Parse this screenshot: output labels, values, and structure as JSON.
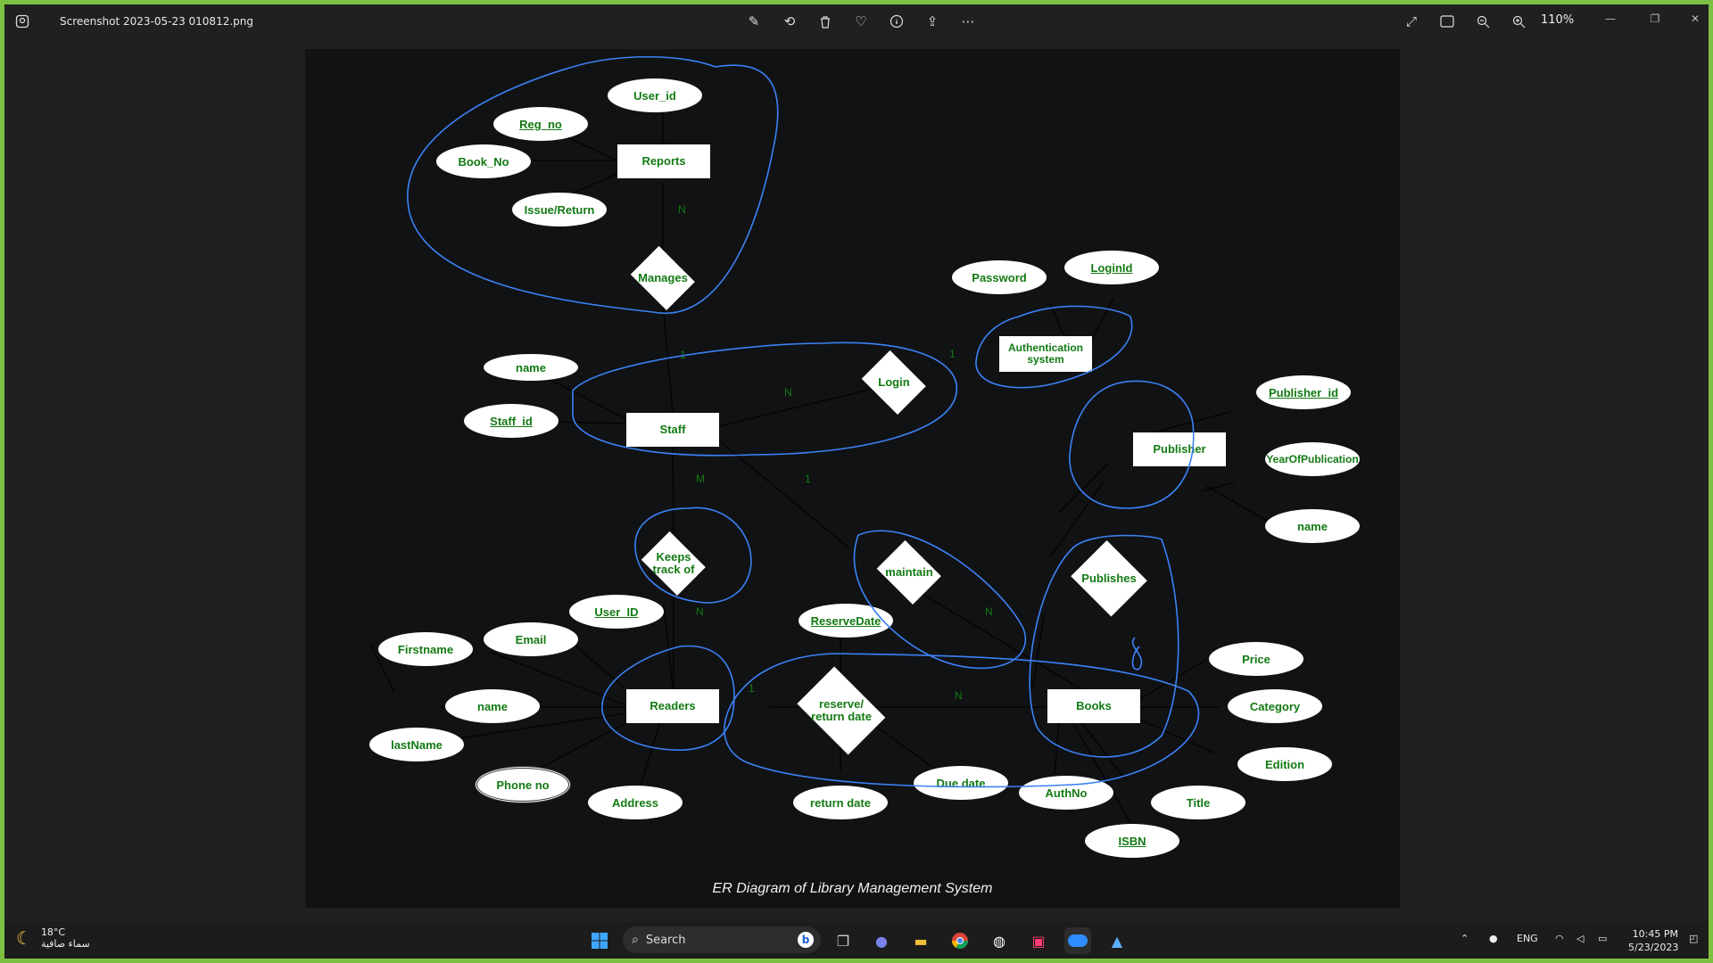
{
  "window": {
    "file_name": "Screenshot 2023-05-23 010812.png",
    "zoom_label": "110%"
  },
  "diagram": {
    "caption": "ER Diagram of Library Management System",
    "entities": {
      "reports": "Reports",
      "auth": "Authentication system",
      "staff": "Staff",
      "publisher": "Publisher",
      "readers": "Readers",
      "books": "Books"
    },
    "relationships": {
      "manages": "Manages",
      "login": "Login",
      "keeps": "Keeps track of",
      "maintain": "maintain",
      "publishes": "Publishes",
      "reserve": "reserve/ return date"
    },
    "attributes": {
      "user_id": "User_id",
      "reg_no": "Reg_no",
      "book_no": "Book_No",
      "issue_return": "Issue/Return",
      "password": "Password",
      "loginid": "LoginId",
      "staff_name": "name",
      "staff_id": "Staff_id",
      "publisher_id": "Publisher_id",
      "year": "YearOfPublication",
      "pub_name": "name",
      "reader_user_id": "User_ID",
      "email": "Email",
      "firstname": "Firstname",
      "reader_name": "name",
      "lastname": "lastName",
      "phone": "Phone no",
      "address": "Address",
      "reservedate": "ReserveDate",
      "returndate": "return date",
      "duedate": "Due date",
      "price": "Price",
      "category": "Category",
      "edition": "Edition",
      "authno": "AuthNo",
      "title": "Title",
      "isbn": "ISBN"
    },
    "cardinalities": {
      "c1": "N",
      "c2": "1",
      "c3": "1",
      "c4": "N",
      "c5": "M",
      "c6": "1",
      "c7": "N",
      "c8": "N",
      "c9": "1",
      "c10": "N"
    }
  },
  "taskbar": {
    "temperature": "18°C",
    "weather_text": "سماء صافية",
    "search_label": "Search",
    "language": "ENG",
    "time": "10:45 PM",
    "date": "5/23/2023"
  },
  "colors": {
    "accent_green": "#7dc142",
    "diagram_text": "#137a13",
    "annotation_blue": "#3b82f6"
  },
  "icons": [
    "gallery-icon",
    "edit-icon",
    "rotate-icon",
    "delete-icon",
    "favorite-icon",
    "info-icon",
    "share-icon",
    "more-icon",
    "fullscreen-icon",
    "fit-icon",
    "zoom-out-icon",
    "zoom-in-icon",
    "windows-start-icon",
    "search-icon",
    "bing-icon",
    "task-view-icon",
    "chat-icon",
    "file-explorer-icon",
    "chrome-icon",
    "app-icon",
    "jetbrains-icon",
    "zoom-app-icon",
    "photos-icon"
  ]
}
